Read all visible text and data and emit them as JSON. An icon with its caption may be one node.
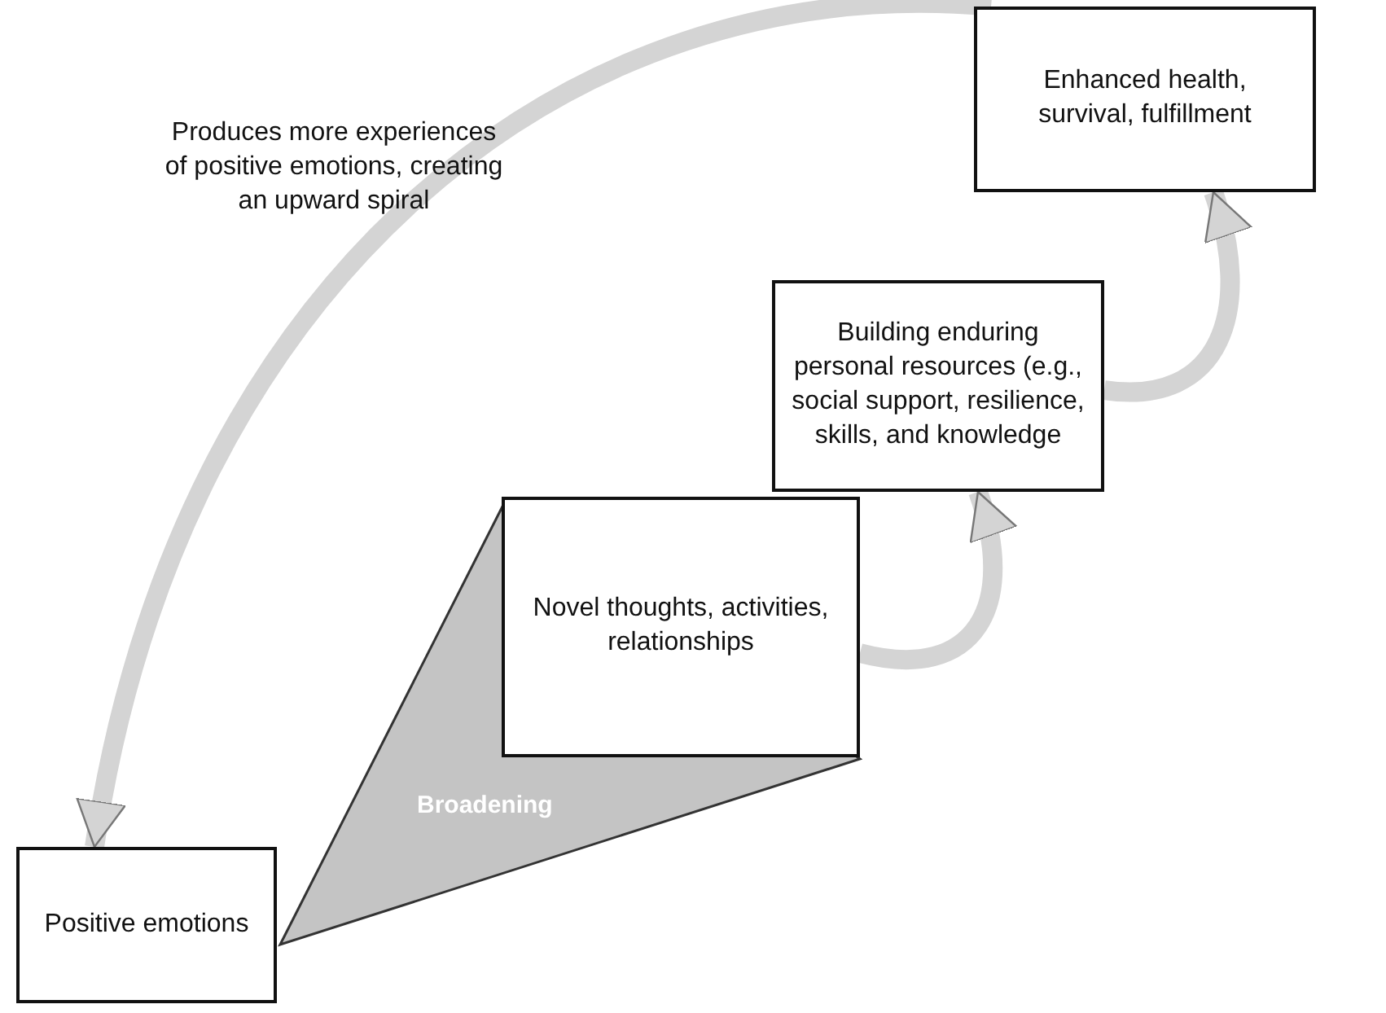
{
  "diagram": {
    "nodes": [
      {
        "text": [
          "Enhanced health, survival, fulfillment"
        ]
      },
      {
        "text": [
          "Building enduring personal resources (e.g., social support, resilience, skills, and knowledge"
        ]
      },
      {
        "text": [
          "Novel thoughts, activities, relationships"
        ]
      },
      {
        "text": [
          "Broadening"
        ]
      },
      {
        "text": [
          "Positive emotions"
        ]
      }
    ],
    "edges": [
      {
        "from": 2,
        "to": 1,
        "arrow": "to"
      },
      {
        "from": 1,
        "to": 0,
        "arrow": "to"
      },
      {
        "from": 0,
        "to": 4,
        "arrow": "to",
        "label": "Produces more experiences of positive emotions, creating an upward spiral"
      }
    ]
  }
}
